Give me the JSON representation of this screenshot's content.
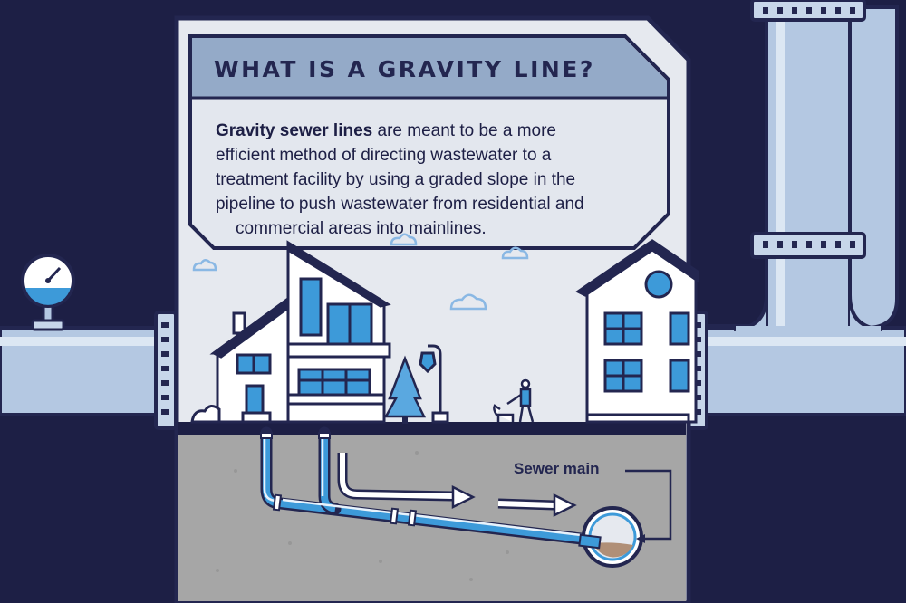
{
  "title": "WHAT IS A GRAVITY LINE?",
  "description": {
    "bold_lead": "Gravity sewer lines",
    "line1_rest": " are meant to be a more",
    "line2": "efficient method of directing wastewater to a",
    "line3": "treatment facility by using a graded slope in the",
    "line4": "pipeline to push wastewater from residential and",
    "line5": "commercial areas into mainlines."
  },
  "labels": {
    "sewer_main": "Sewer main"
  },
  "colors": {
    "background": "#1d1f45",
    "panel": "#e6e9ef",
    "title_band": "#94aac8",
    "pipe": "#b4c8e2",
    "accent_blue": "#3d9ad9",
    "ground": "#a6a6a6",
    "sludge": "#b08f77"
  }
}
